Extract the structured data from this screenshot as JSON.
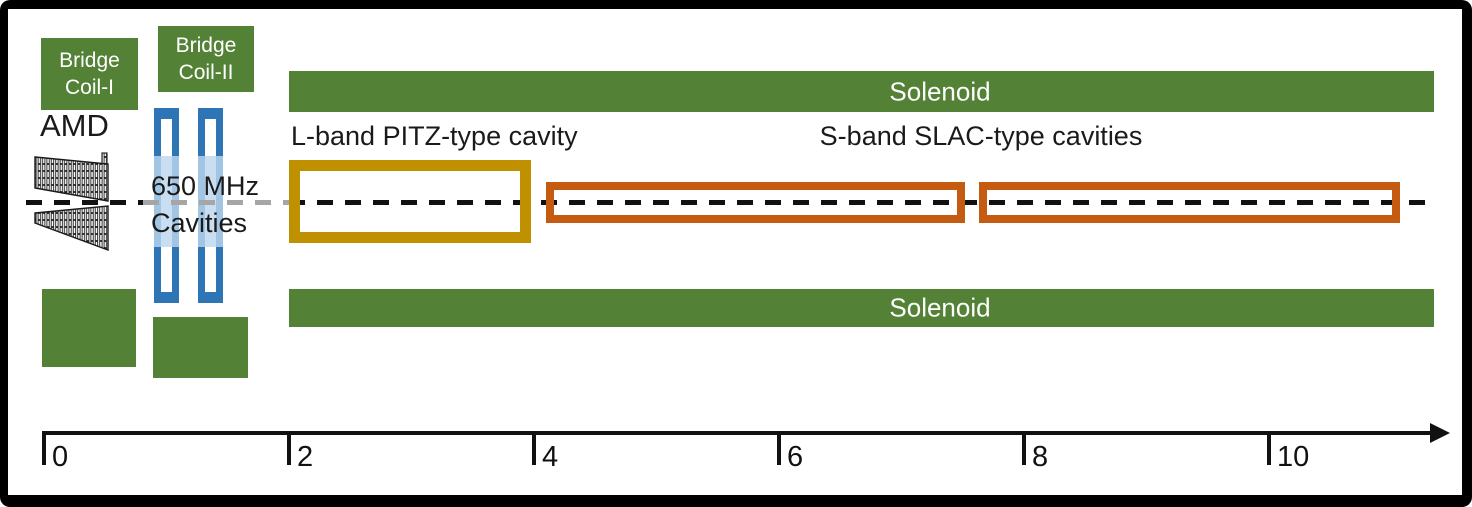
{
  "components": {
    "bridge_coil_1": {
      "label": "Bridge\nCoil-I"
    },
    "bridge_coil_2": {
      "label": "Bridge\nCoil-II"
    },
    "amd": {
      "label": "AMD"
    },
    "cavities_650": {
      "label": "650 MHz\nCavities"
    },
    "lband_cavity": {
      "label": "L-band PITZ-type cavity"
    },
    "sband_cavities": {
      "label": "S-band SLAC-type cavities"
    },
    "solenoid_top": {
      "label": "Solenoid"
    },
    "solenoid_bottom": {
      "label": "Solenoid"
    }
  },
  "axis": {
    "tick_labels": [
      "0",
      "2",
      "4",
      "6",
      "8",
      "10"
    ],
    "range": [
      0,
      11.4
    ]
  },
  "colors": {
    "solenoid_green": "#538135",
    "cavity_blue": "#2E75B6",
    "cavity_light_blue": "#BDD7EE",
    "lband_gold": "#BF9000",
    "sband_orange": "#C55A11",
    "beam_axis_black": "#111111",
    "beam_axis_gray": "#A6A6A6",
    "frame_black": "#000000",
    "background_white": "#FFFFFF"
  }
}
